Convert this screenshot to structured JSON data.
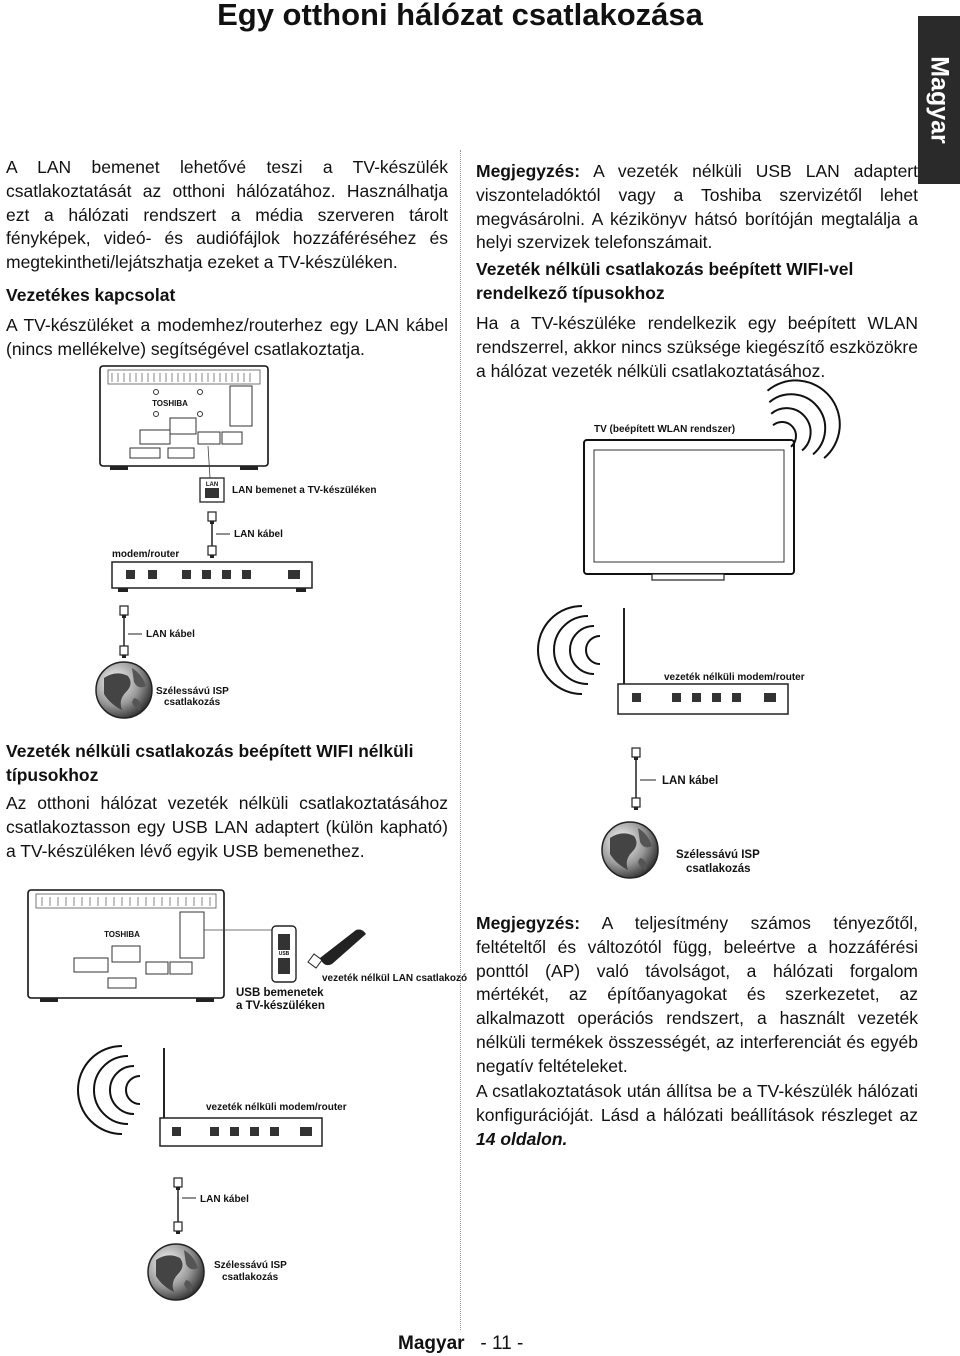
{
  "page": {
    "title": "Egy otthoni hálózat csatlakozása",
    "side_tab": "Magyar",
    "footer_lang": "Magyar",
    "footer_page": "- 11 -"
  },
  "left": {
    "intro": "A LAN bemenet lehetővé teszi a TV-készülék csatlakoztatását az otthoni hálózatához. Használhatja ezt a hálózati rendszert a média szerveren tárolt fényképek, videó- és audiófájlok hozzáféréséhez és megtekintheti/lejátszhatja ezeket a TV-készüléken.",
    "wired_heading": "Vezetékes kapcsolat",
    "wired_text": "A TV-készüléket a modemhez/routerhez egy LAN kábel (nincs mellékelve) segítségével csatlakoztatja.",
    "nowifi_heading": "Vezeték nélküli csatlakozás beépített WIFI nélküli típusokhoz",
    "nowifi_text": "Az otthoni hálózat vezeték nélküli csatlakoztatásához csatlakoztasson egy USB LAN adaptert (külön kapható) a TV-készüléken lévő egyik USB bemenethez."
  },
  "right": {
    "note1_label": "Megjegyzés:",
    "note1_text": " A vezeték nélküli USB LAN adaptert viszonteladóktól vagy a Toshiba szervizétől lehet megvásárolni. A kézikönyv hátsó borítóján megtalálja a helyi szervizek telefonszámait.",
    "wifi_heading": "Vezeték nélküli csatlakozás beépített WIFI-vel rendelkező típusokhoz",
    "wifi_text": "Ha a TV-készüléke rendelkezik egy beépített WLAN rendszerrel, akkor nincs szüksége kiegészítő eszközökre a hálózat vezeték nélküli csatlakoztatásához.",
    "note2_label": "Megjegyzés:",
    "note2_text": " A teljesítmény számos tényezőtől, feltételtől és változótól függ, beleértve a hozzáférési ponttól (AP) való távolságot, a hálózati forgalom mértékét, az építőanyagokat és szerkezetet, az alkalmazott operációs rendszert, a használt vezeték nélküli termékek összességét, az interferenciát és egyéb negatív feltételeket.",
    "final_text_a": "A csatlakoztatások után állítsa be a TV-készülék hálózati konfigurációját. Lásd a hálózati beállítások részleget az ",
    "final_text_ref": "14 oldalon.",
    "final_text_b": ""
  },
  "diagram_labels": {
    "brand": "TOSHIBA",
    "lan_port": "LAN",
    "lan_input": "LAN bemenet a TV-készüléken",
    "lan_cable": "LAN kábel",
    "modem_router": "modem/router",
    "isp_line1": "Szélessávú ISP",
    "isp_line2": "csatlakozás",
    "tv_wlan": "TV (beépített WLAN rendszer)",
    "wireless_router": "vezeték nélküli modem/router",
    "usb_label_line1": "USB bemenetek",
    "usb_label_line2": "a TV-készüléken",
    "usb_port": "USB",
    "wireless_adapter": "vezeték nélkül LAN csatlakozó"
  }
}
